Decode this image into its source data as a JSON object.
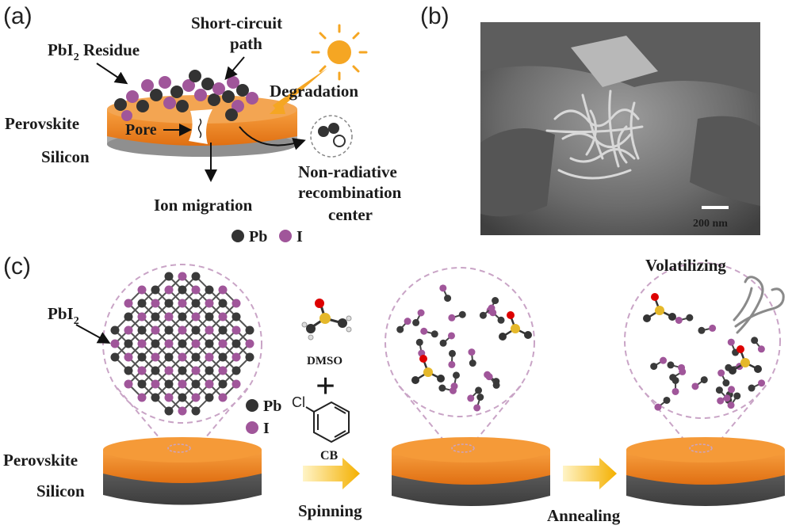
{
  "panel_a": {
    "tag": "(a)",
    "pbi2_residue": "PbI",
    "pbi2_residue_sub": "2",
    "pbi2_residue_suffix": " Residue",
    "short_circuit_1": "Short-circuit",
    "short_circuit_2": "path",
    "degradation": "Degradation",
    "perovskite": "Perovskite",
    "pore": "Pore",
    "silicon": "Silicon",
    "ion_migration": "Ion migration",
    "nonrad_1": "Non-radiative",
    "nonrad_2": "recombination",
    "nonrad_3": "center",
    "legend_pb": "Pb",
    "legend_i": "I"
  },
  "panel_b": {
    "tag": "(b)",
    "scale_bar": "200 nm"
  },
  "panel_c": {
    "tag": "(c)",
    "pbi2": "PbI",
    "pbi2_sub": "2",
    "legend_pb": "Pb",
    "legend_i": "I",
    "perovskite": "Perovskite",
    "silicon": "Silicon",
    "dmso": "DMSO",
    "plus": "+",
    "cl": "Cl",
    "cb": "CB",
    "spinning": "Spinning",
    "annealing": "Annealing",
    "volatilizing": "Volatilizing"
  },
  "colors": {
    "pb": "#3a3a3a",
    "iodine": "#a0569a",
    "perovskite": "#f08a24",
    "silicon": "#9a9a9a",
    "arrow": "#f4b400",
    "sun": "#f5a623"
  }
}
